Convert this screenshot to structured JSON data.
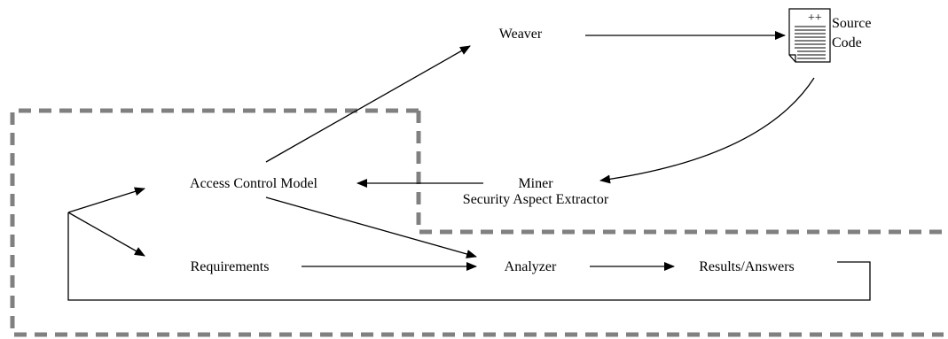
{
  "diagram": {
    "nodes": {
      "weaver": "Weaver",
      "source_code_line1": "Source",
      "source_code_line2": "Code",
      "source_icon_text": "++",
      "access_control_model": "Access Control Model",
      "miner": "Miner",
      "security_aspect_extractor": "Security Aspect Extractor",
      "requirements": "Requirements",
      "analyzer": "Analyzer",
      "results_answers": "Results/Answers"
    },
    "colors": {
      "ink": "#000000",
      "dashed_border": "#808080",
      "background": "#ffffff"
    }
  }
}
